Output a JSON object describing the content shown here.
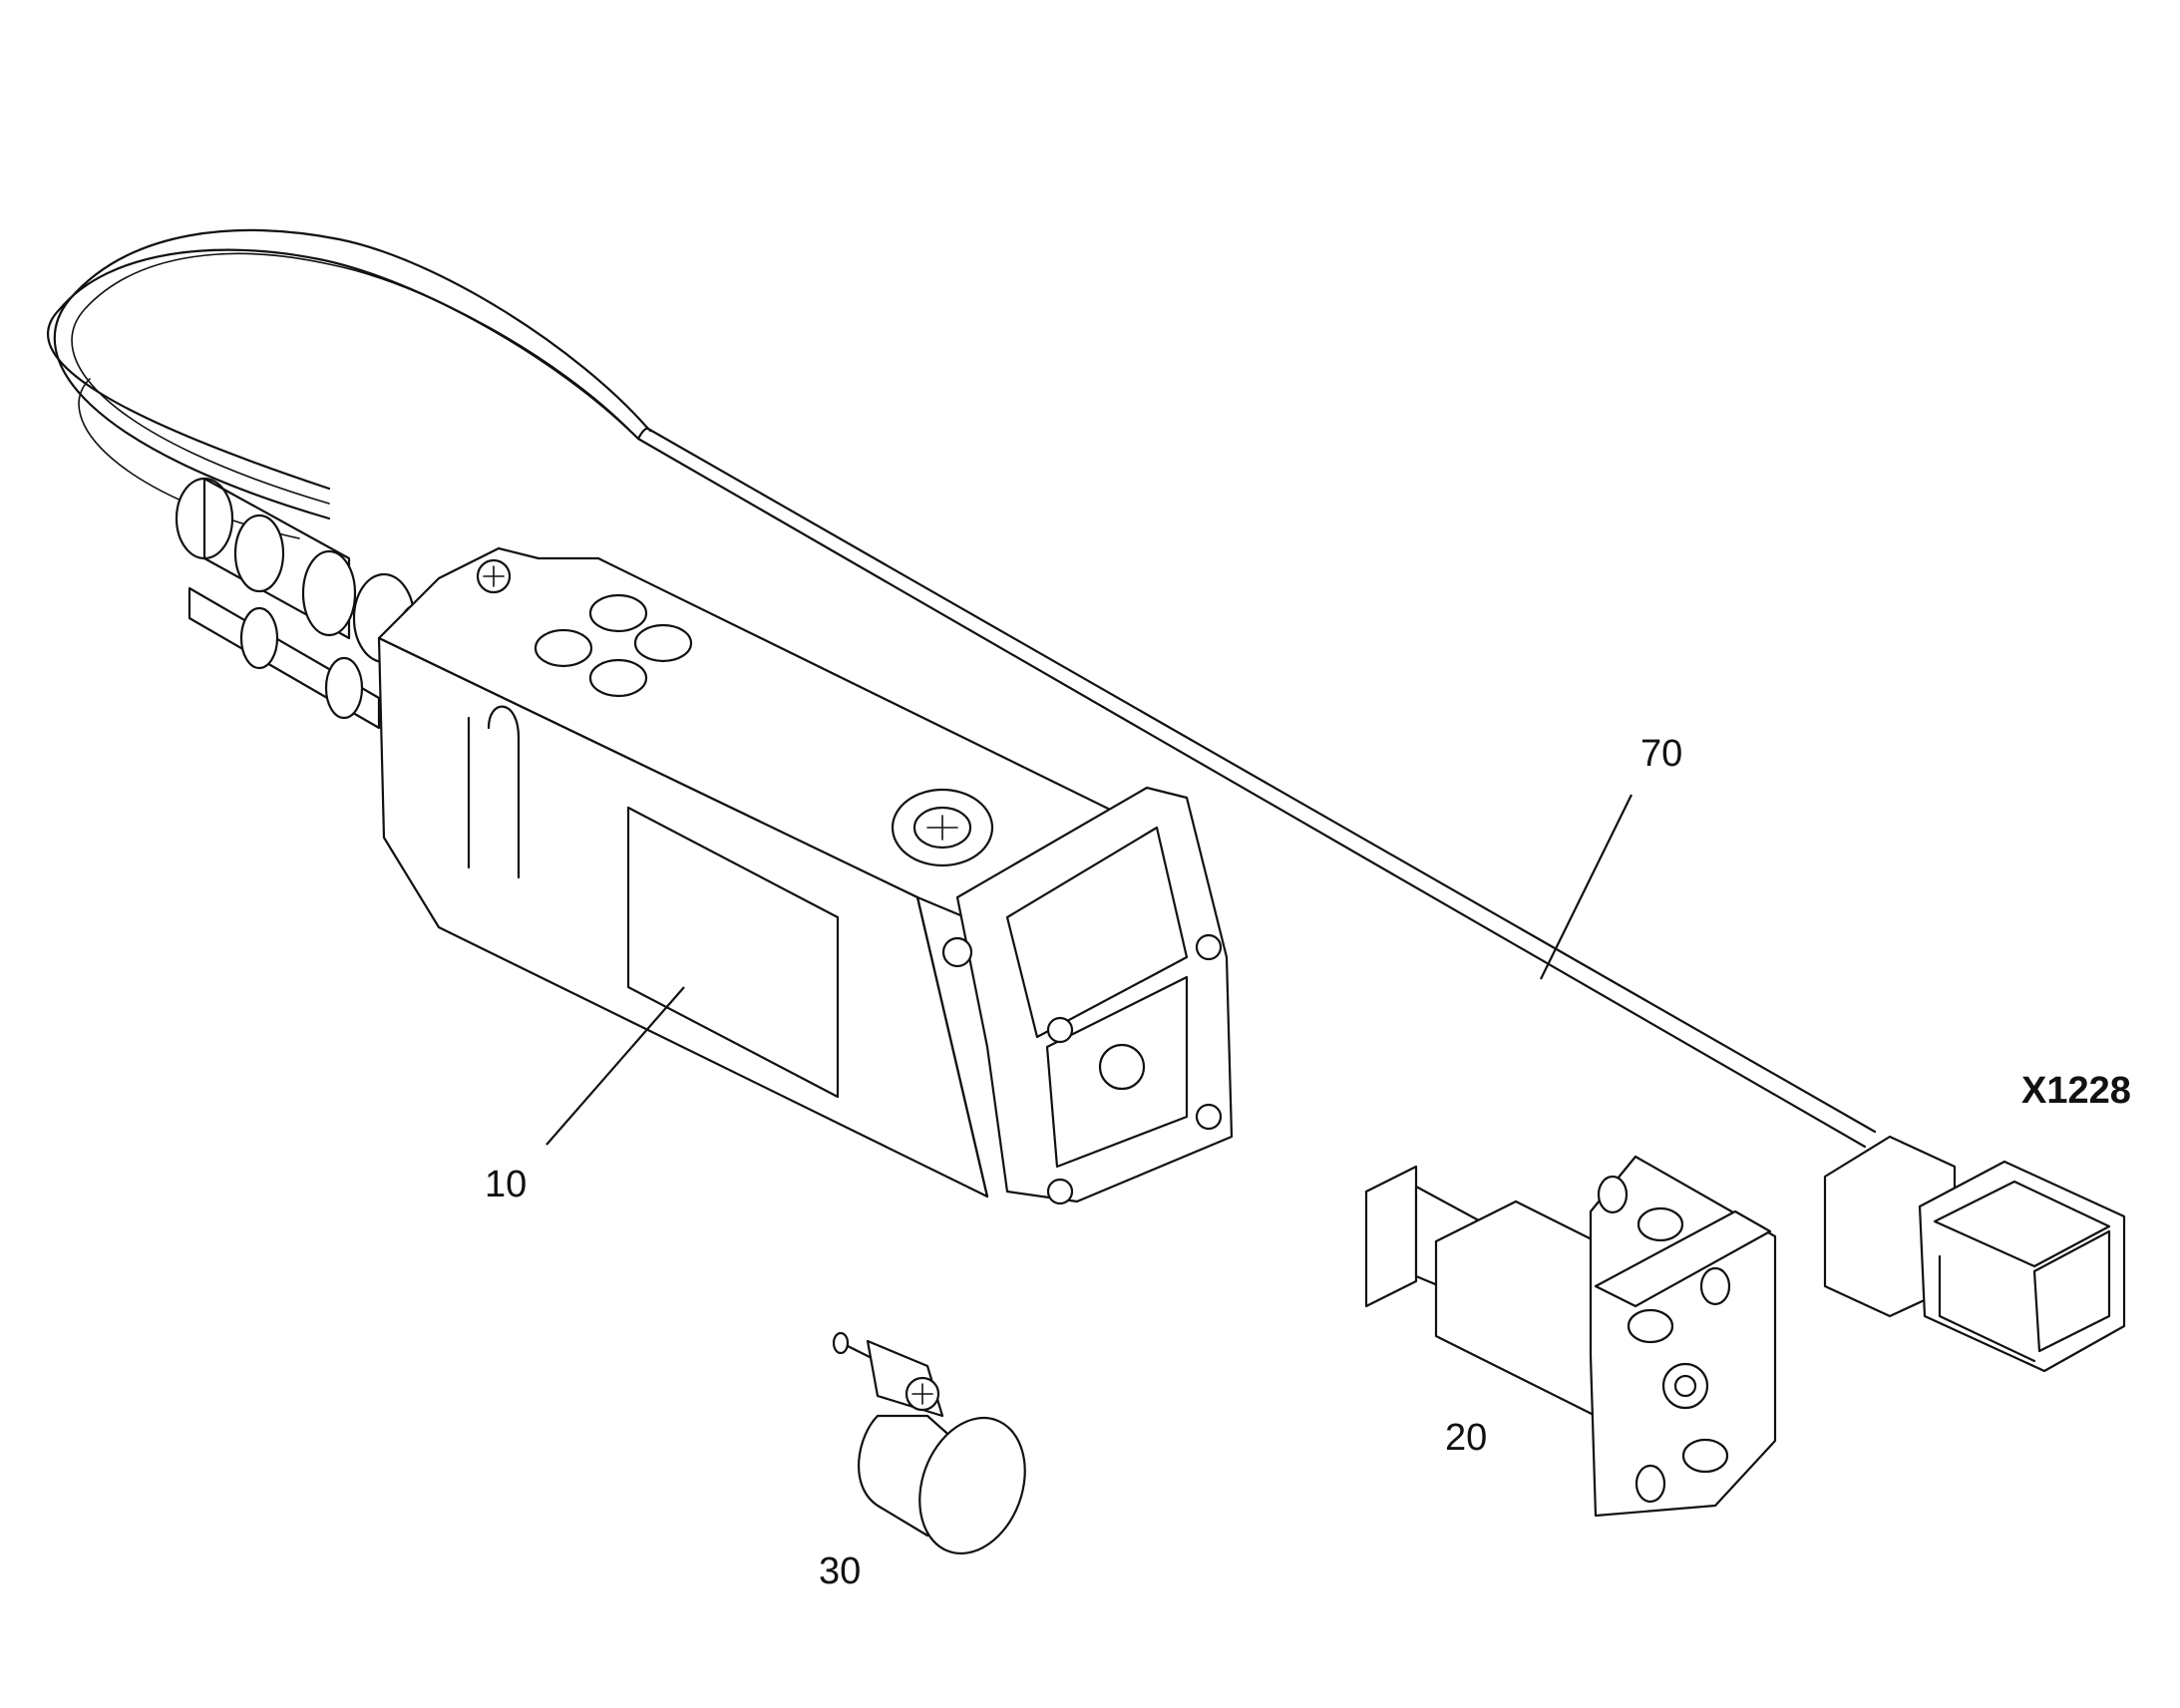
{
  "callouts": {
    "part_10": "10",
    "part_20": "20",
    "part_30": "30",
    "part_70": "70",
    "connector_ref": "X1228"
  }
}
